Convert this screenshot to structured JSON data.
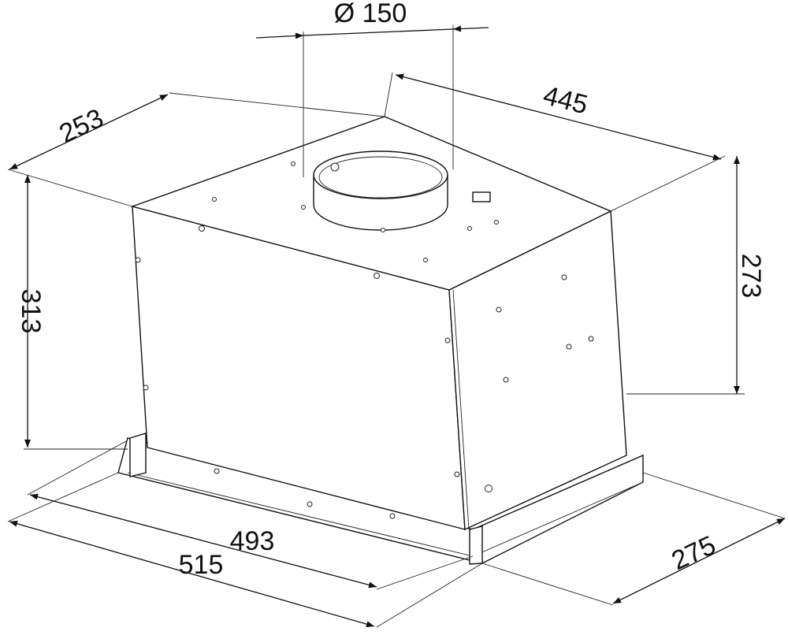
{
  "dimensions": {
    "duct_diameter": "Ø 150",
    "top_width": "445",
    "top_depth": "253",
    "total_height": "313",
    "body_height": "273",
    "inner_width": "493",
    "outer_width": "515",
    "outer_depth": "275"
  }
}
